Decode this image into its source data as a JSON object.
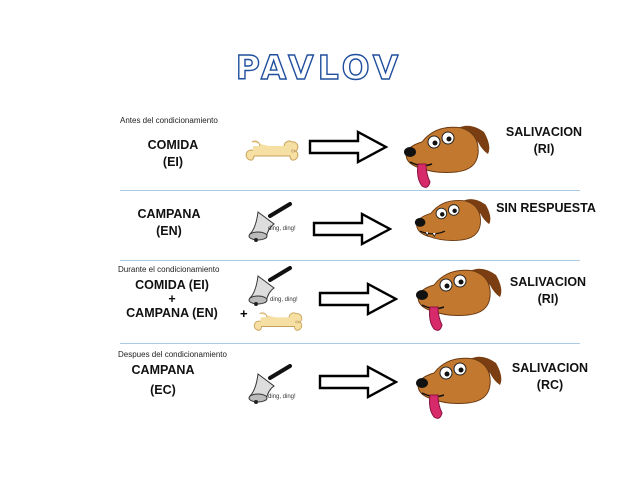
{
  "title": "PAVLOV",
  "phases": {
    "before": "Antes del condicionamiento",
    "during": "Durante el condicionamiento",
    "after": "Despues del condicionamiento"
  },
  "rows": [
    {
      "stimulus_line1": "COMIDA",
      "stimulus_line2": "(EI)",
      "response_line1": "SALIVACION",
      "response_line2": "(RI)"
    },
    {
      "stimulus_line1": "CAMPANA",
      "stimulus_line2": "(EN)",
      "response_line1": "SIN RESPUESTA",
      "response_line2": ""
    },
    {
      "stimulus_line1": "COMIDA (EI)",
      "stimulus_plus": "+",
      "stimulus_line2": "CAMPANA (EN)",
      "response_line1": "SALIVACION",
      "response_line2": "(RI)"
    },
    {
      "stimulus_line1": "CAMPANA",
      "stimulus_line2": "(EC)",
      "response_line1": "SALIVACION",
      "response_line2": "(RC)"
    }
  ],
  "bell_sound": "ding, ding!",
  "plus_sign": "+",
  "colors": {
    "title_outline": "#1f4e9c",
    "divider": "#a9cbe6",
    "dog": "#b5651d",
    "tongue": "#d62a6a",
    "bone": "#f6dfa2"
  }
}
